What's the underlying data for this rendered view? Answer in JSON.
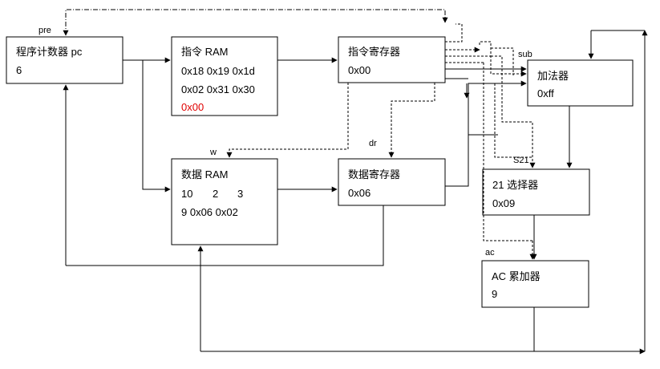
{
  "blocks": {
    "pc": {
      "title": "程序计数器 pc",
      "value": "6"
    },
    "iram": {
      "title": "指令 RAM",
      "rows": [
        "0x18 0x19 0x1d",
        "0x02 0x31 0x30"
      ],
      "highlight": "0x00"
    },
    "ir": {
      "title": "指令寄存器",
      "value": "0x00"
    },
    "adder": {
      "title": "加法器",
      "value": "0xff"
    },
    "dram": {
      "title": "数据 RAM",
      "row1": [
        "10",
        "2",
        "3"
      ],
      "row2": "9 0x06 0x02"
    },
    "dr": {
      "title": "数据寄存器",
      "value": "0x06"
    },
    "mux": {
      "title": "21 选择器",
      "value": "0x09"
    },
    "ac": {
      "title": "AC 累加器",
      "value": "9"
    }
  },
  "signals": {
    "pre": "pre",
    "sub": "sub",
    "w": "w",
    "dr": "dr",
    "s21": "S21",
    "ac": "ac"
  },
  "colors": {
    "highlight": "#e00000",
    "line": "#000000"
  }
}
